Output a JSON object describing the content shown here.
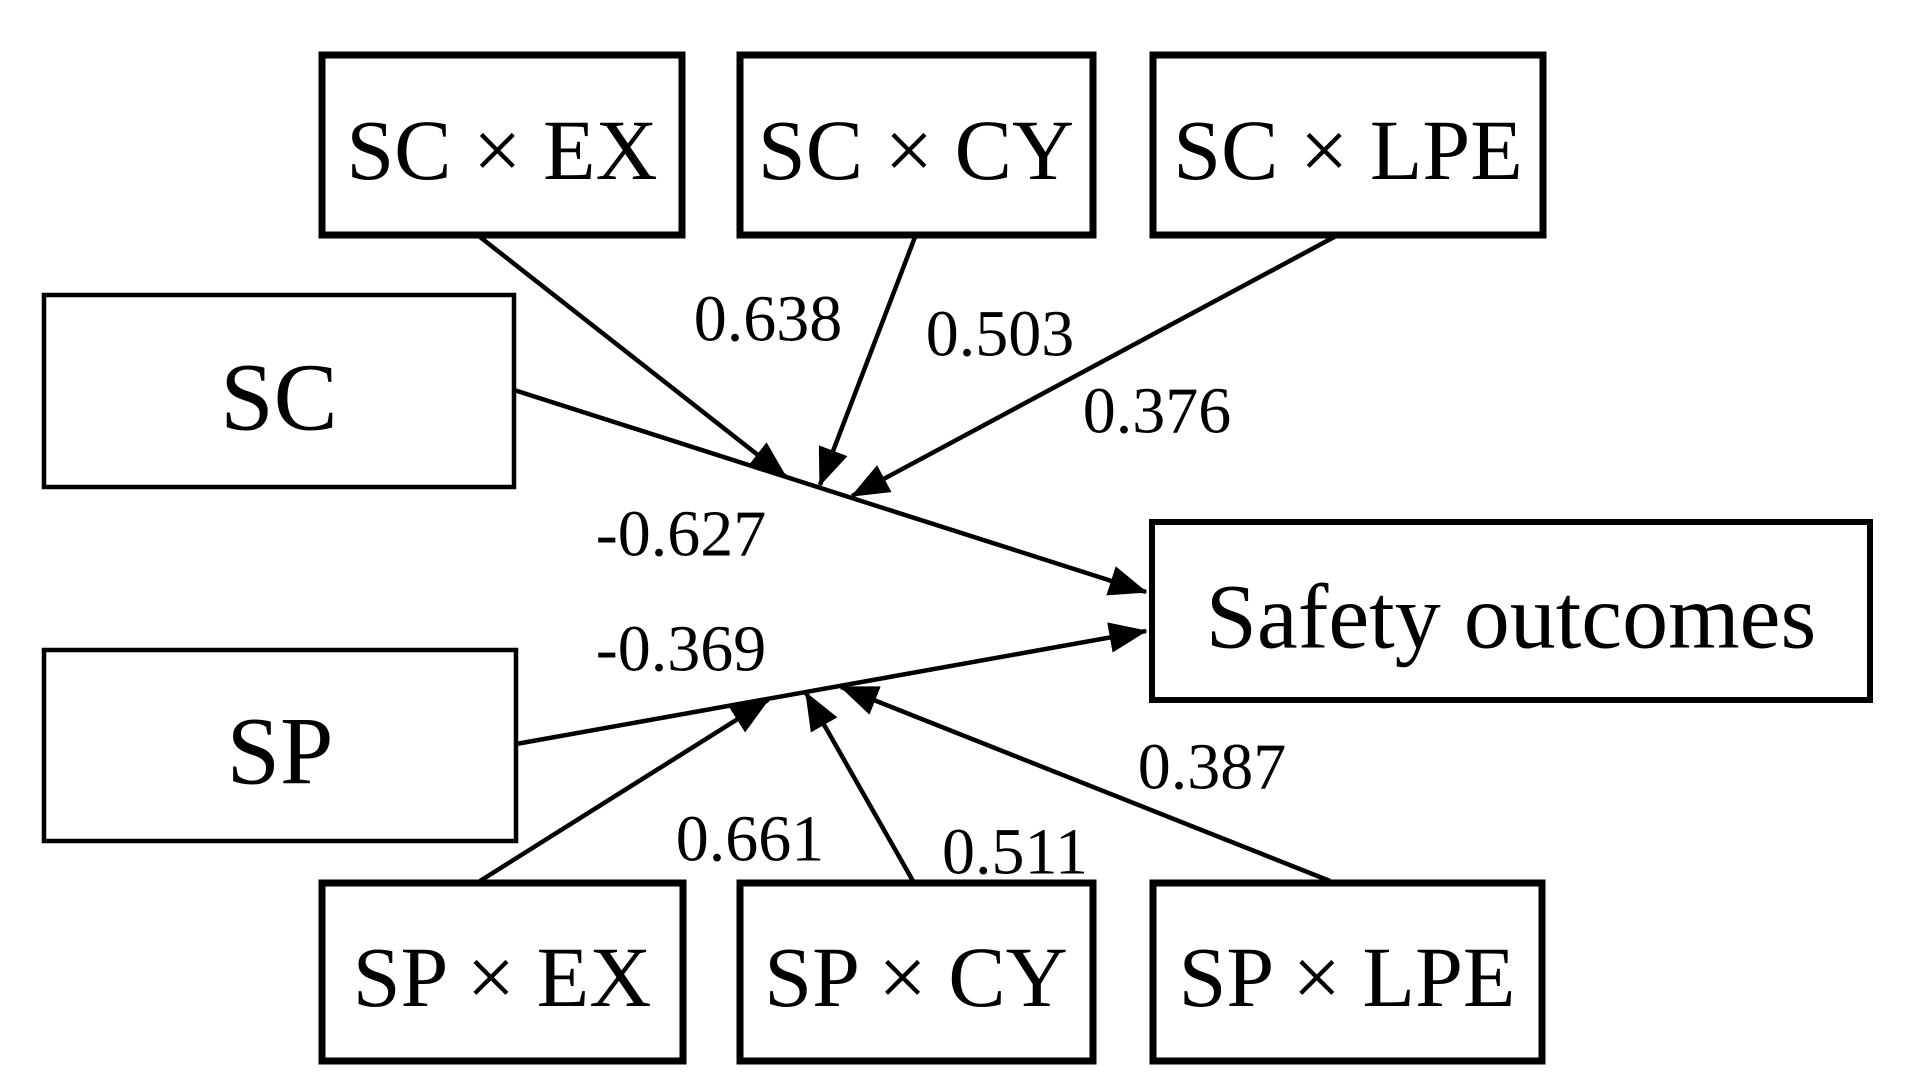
{
  "diagram": {
    "type": "sem-path-moderation-diagram",
    "background_color": "#ffffff",
    "line_color": "#000000",
    "nodes": {
      "sc_ex": {
        "label": "SC × EX"
      },
      "sc_cy": {
        "label": "SC × CY"
      },
      "sc_lpe": {
        "label": "SC × LPE"
      },
      "sc": {
        "label": "SC"
      },
      "safety": {
        "label": "Safety outcomes"
      },
      "sp": {
        "label": "SP"
      },
      "sp_ex": {
        "label": "SP × EX"
      },
      "sp_cy": {
        "label": "SP × CY"
      },
      "sp_lpe": {
        "label": "SP × LPE"
      }
    },
    "edges": [
      {
        "from": "SC",
        "to": "Safety outcomes",
        "coefficient": "-0.627"
      },
      {
        "from": "SC × EX",
        "to": "SC → Safety outcomes path",
        "coefficient": "0.638"
      },
      {
        "from": "SC × CY",
        "to": "SC → Safety outcomes path",
        "coefficient": "0.503"
      },
      {
        "from": "SC × LPE",
        "to": "SC → Safety outcomes path",
        "coefficient": "0.376"
      },
      {
        "from": "SP",
        "to": "Safety outcomes",
        "coefficient": "-0.369"
      },
      {
        "from": "SP × EX",
        "to": "SP → Safety outcomes path",
        "coefficient": "0.661"
      },
      {
        "from": "SP × CY",
        "to": "SP → Safety outcomes path",
        "coefficient": "0.511"
      },
      {
        "from": "SP × LPE",
        "to": "SP → Safety outcomes path",
        "coefficient": "0.387"
      }
    ]
  }
}
